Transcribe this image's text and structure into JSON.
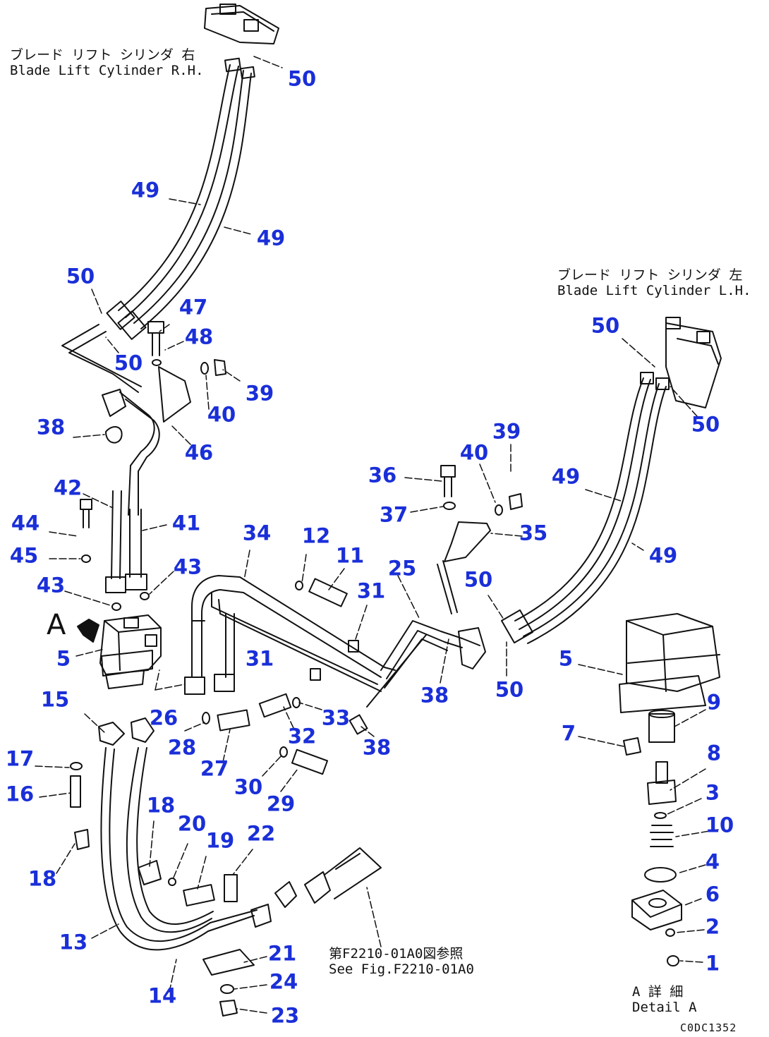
{
  "notes": {
    "rh_cylinder": {
      "jp": "ブレード リフト シリンダ 右",
      "en": "Blade Lift Cylinder R.H."
    },
    "lh_cylinder": {
      "jp": "ブレード リフト シリンダ 左",
      "en": "Blade Lift Cylinder L.H."
    },
    "see_fig": {
      "jp": "第F2210-01A0図参照",
      "en": "See Fig.F2210-01A0"
    },
    "detail": {
      "jp": "A 詳 細",
      "en": "Detail A"
    }
  },
  "view_letter": "A",
  "drawing_number": "C0DC1352",
  "callouts": [
    {
      "id": "c50-top",
      "label": "50"
    },
    {
      "id": "c49-a",
      "label": "49"
    },
    {
      "id": "c49-b",
      "label": "49"
    },
    {
      "id": "c50-left-a",
      "label": "50"
    },
    {
      "id": "c50-left-b",
      "label": "50"
    },
    {
      "id": "c47",
      "label": "47"
    },
    {
      "id": "c48",
      "label": "48"
    },
    {
      "id": "c39-left",
      "label": "39"
    },
    {
      "id": "c40-left",
      "label": "40"
    },
    {
      "id": "c38-left",
      "label": "38"
    },
    {
      "id": "c46",
      "label": "46"
    },
    {
      "id": "c42",
      "label": "42"
    },
    {
      "id": "c41",
      "label": "41"
    },
    {
      "id": "c44",
      "label": "44"
    },
    {
      "id": "c45",
      "label": "45"
    },
    {
      "id": "c43-a",
      "label": "43"
    },
    {
      "id": "c43-b",
      "label": "43"
    },
    {
      "id": "c5-left",
      "label": "5"
    },
    {
      "id": "c34",
      "label": "34"
    },
    {
      "id": "c12",
      "label": "12"
    },
    {
      "id": "c11",
      "label": "11"
    },
    {
      "id": "c31-a",
      "label": "31"
    },
    {
      "id": "c31-b",
      "label": "31"
    },
    {
      "id": "c25",
      "label": "25"
    },
    {
      "id": "c36",
      "label": "36"
    },
    {
      "id": "c37",
      "label": "37"
    },
    {
      "id": "c40-right",
      "label": "40"
    },
    {
      "id": "c39-right",
      "label": "39"
    },
    {
      "id": "c35",
      "label": "35"
    },
    {
      "id": "c49-c",
      "label": "49"
    },
    {
      "id": "c49-d",
      "label": "49"
    },
    {
      "id": "c50-right-a",
      "label": "50"
    },
    {
      "id": "c50-right-b",
      "label": "50"
    },
    {
      "id": "c50-mid-a",
      "label": "50"
    },
    {
      "id": "c50-mid-b",
      "label": "50"
    },
    {
      "id": "c38-mid",
      "label": "38"
    },
    {
      "id": "c38-low",
      "label": "38"
    },
    {
      "id": "c33",
      "label": "33"
    },
    {
      "id": "c32",
      "label": "32"
    },
    {
      "id": "c26",
      "label": "26"
    },
    {
      "id": "c28",
      "label": "28"
    },
    {
      "id": "c27",
      "label": "27"
    },
    {
      "id": "c30",
      "label": "30"
    },
    {
      "id": "c29",
      "label": "29"
    },
    {
      "id": "c15",
      "label": "15"
    },
    {
      "id": "c17",
      "label": "17"
    },
    {
      "id": "c16",
      "label": "16"
    },
    {
      "id": "c18-a",
      "label": "18"
    },
    {
      "id": "c18-b",
      "label": "18"
    },
    {
      "id": "c20",
      "label": "20"
    },
    {
      "id": "c19",
      "label": "19"
    },
    {
      "id": "c22",
      "label": "22"
    },
    {
      "id": "c13",
      "label": "13"
    },
    {
      "id": "c14",
      "label": "14"
    },
    {
      "id": "c21",
      "label": "21"
    },
    {
      "id": "c24",
      "label": "24"
    },
    {
      "id": "c23",
      "label": "23"
    },
    {
      "id": "c5-right",
      "label": "5"
    },
    {
      "id": "c9",
      "label": "9"
    },
    {
      "id": "c7",
      "label": "7"
    },
    {
      "id": "c8",
      "label": "8"
    },
    {
      "id": "c3",
      "label": "3"
    },
    {
      "id": "c10",
      "label": "10"
    },
    {
      "id": "c4",
      "label": "4"
    },
    {
      "id": "c6",
      "label": "6"
    },
    {
      "id": "c2",
      "label": "2"
    },
    {
      "id": "c1",
      "label": "1"
    }
  ]
}
